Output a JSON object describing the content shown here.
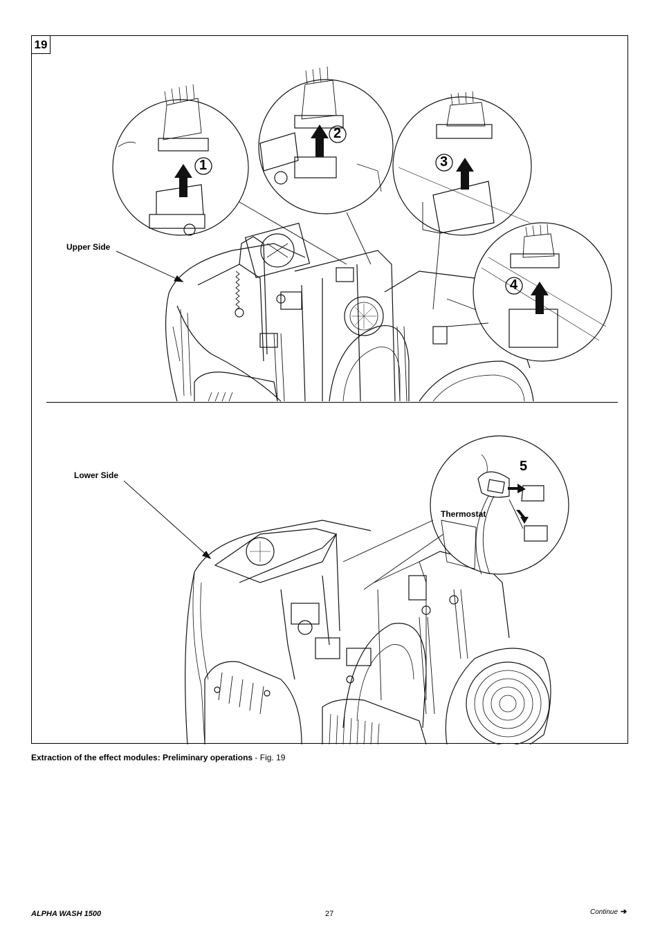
{
  "figure": {
    "number": "19",
    "callouts": {
      "upper_side": "Upper Side",
      "lower_side": "Lower Side",
      "thermostat": "Thermostat"
    },
    "steps": [
      "1",
      "2",
      "3",
      "4",
      "5"
    ]
  },
  "caption": {
    "bold": "Extraction of the effect modules: Preliminary operations",
    "rest": " - Fig. 19"
  },
  "footer": {
    "product": "ALPHA WASH 1500",
    "page": "27",
    "continue": "Continue",
    "continue_icon": "arrow-right-icon"
  }
}
